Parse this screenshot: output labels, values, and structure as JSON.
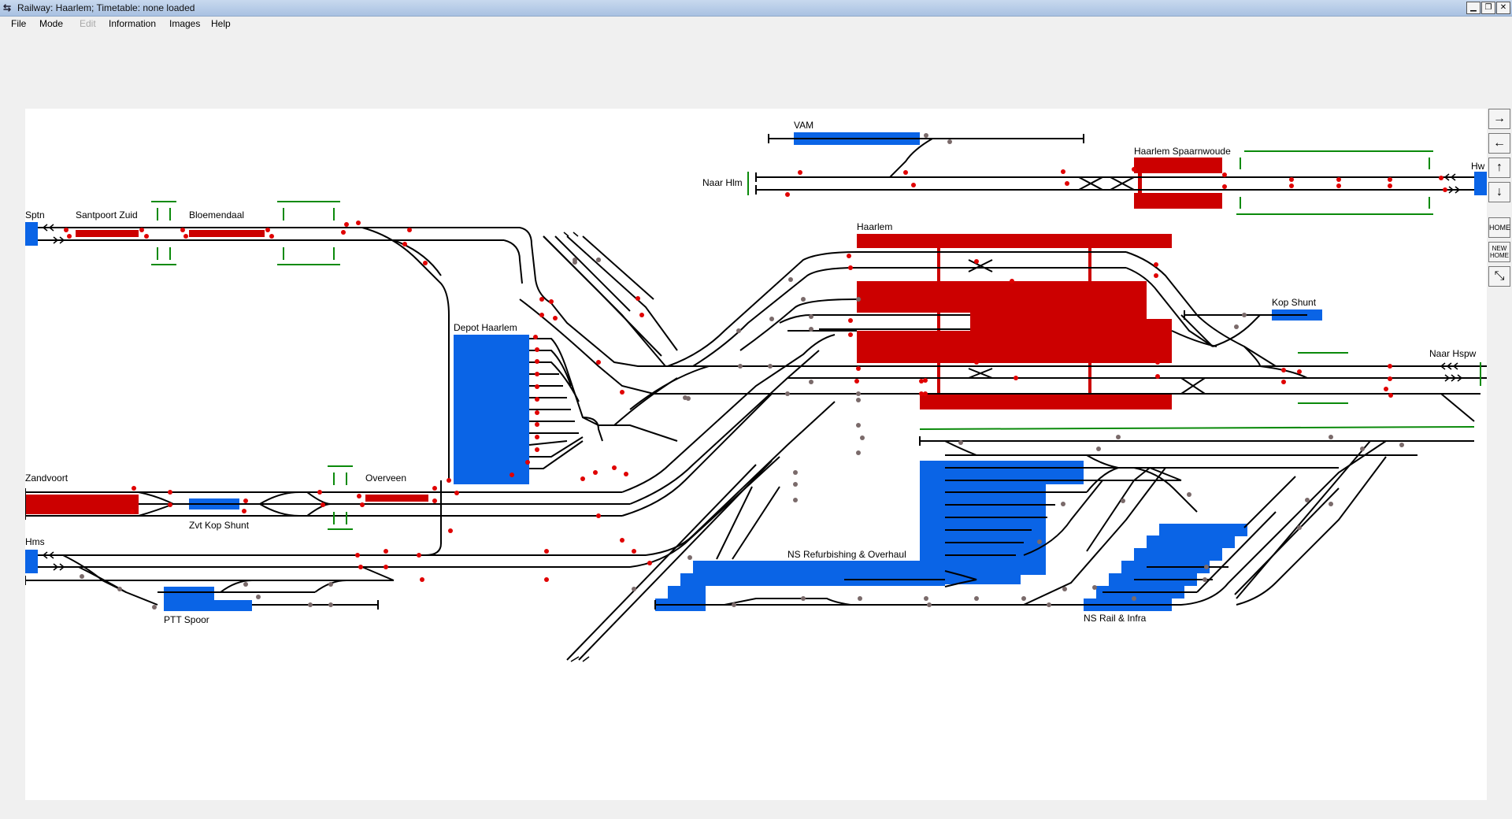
{
  "window": {
    "title": "Railway: Haarlem; Timetable: none loaded",
    "controls": {
      "minimize": "▁",
      "restore": "❐",
      "close": "✕"
    }
  },
  "menu": {
    "items": [
      {
        "label": "File",
        "enabled": true
      },
      {
        "label": "Mode",
        "enabled": true
      },
      {
        "label": "Edit",
        "enabled": false
      },
      {
        "label": "Information",
        "enabled": true
      },
      {
        "label": "Images",
        "enabled": true
      },
      {
        "label": "Help",
        "enabled": true
      }
    ]
  },
  "toolbar": {
    "right_arrow": "→",
    "left_arrow": "←",
    "up_arrow": "↑",
    "down_arrow": "↓",
    "home": "HOME",
    "new_home_line1": "NEW",
    "new_home_line2": "HOME",
    "fit": "⤡"
  },
  "layout": {
    "labels": {
      "vam": "VAM",
      "naar_hlm": "Naar Hlm",
      "haarlem_spaarnwoude": "Haarlem Spaarnwoude",
      "hw": "Hw",
      "sptn": "Sptn",
      "santpoort_zuid": "Santpoort Zuid",
      "bloemendaal": "Bloemendaal",
      "haarlem": "Haarlem",
      "kop_shunt": "Kop Shunt",
      "naar_hspw": "Naar Hspw",
      "depot_haarlem": "Depot Haarlem",
      "zandvoort": "Zandvoort",
      "overveen": "Overveen",
      "zvt_kop_shunt": "Zvt Kop Shunt",
      "hms": "Hms",
      "ptt_spoor": "PTT Spoor",
      "ns_refurbishing": "NS Refurbishing & Overhaul",
      "ns_rail_infra": "NS Rail & Infra"
    },
    "colors": {
      "track": "#000000",
      "platform_red": "#cc0000",
      "siding_blue": "#0a64e6",
      "signal_red": "#e00000",
      "signal_grey": "#7a6a6a",
      "level_crossing_green": "#0a8a0a"
    }
  }
}
